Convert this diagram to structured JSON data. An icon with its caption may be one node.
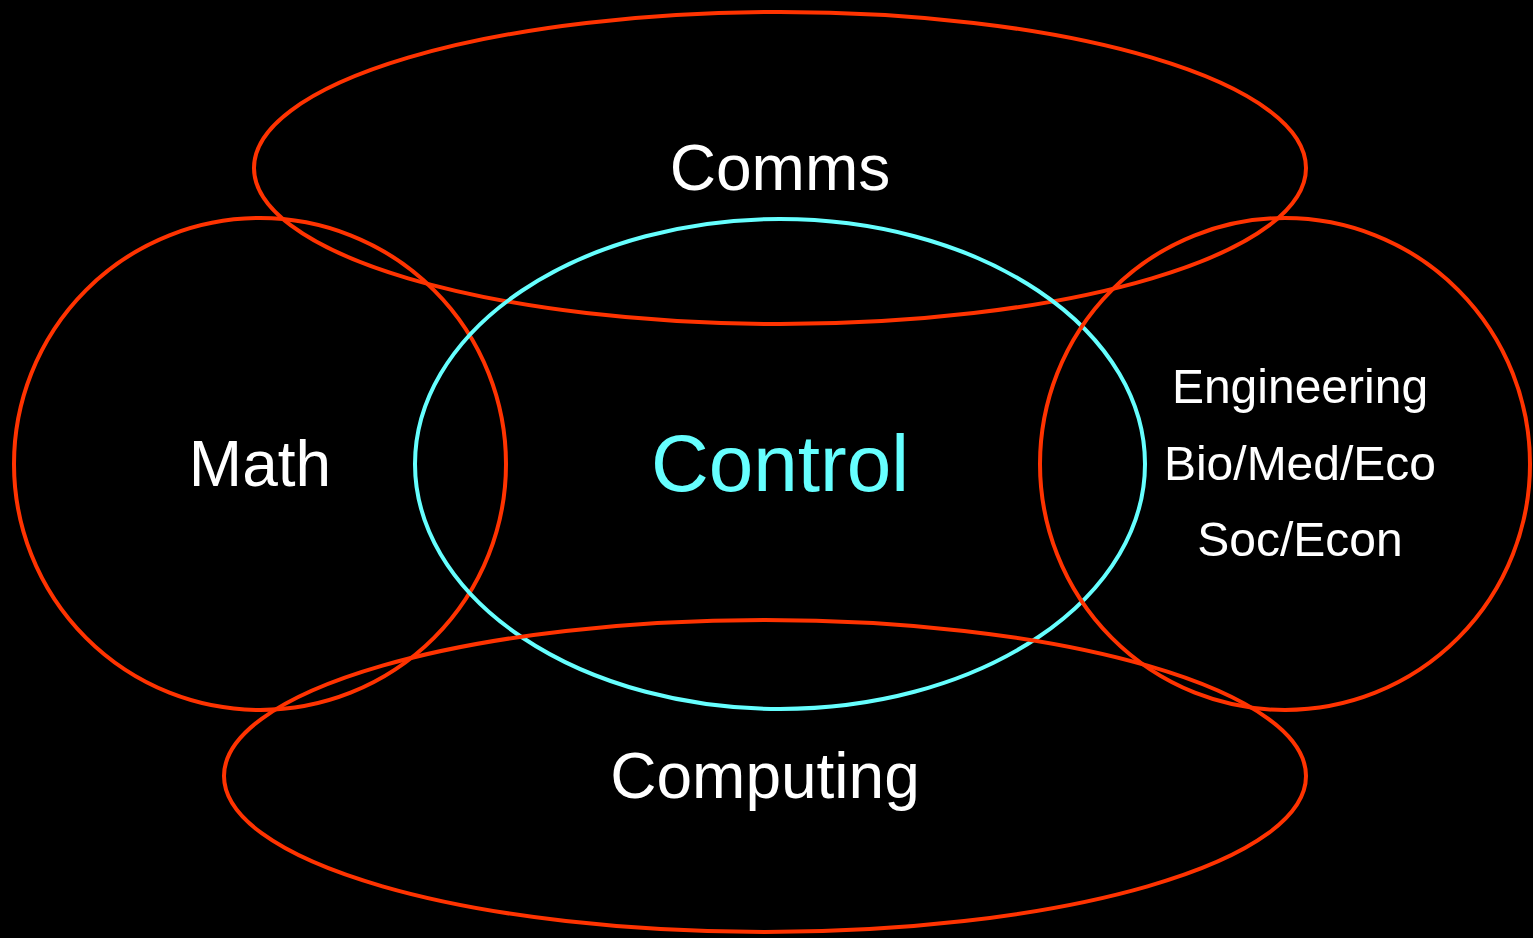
{
  "diagram": {
    "nodes": [
      {
        "text": [
          "Comms"
        ]
      },
      {
        "text": [
          "Math"
        ]
      },
      {
        "text": [
          "Control"
        ]
      },
      {
        "text": [
          "Engineering",
          "Bio/Med/Eco",
          "Soc/Econ"
        ]
      },
      {
        "text": [
          "Computing"
        ]
      }
    ]
  }
}
